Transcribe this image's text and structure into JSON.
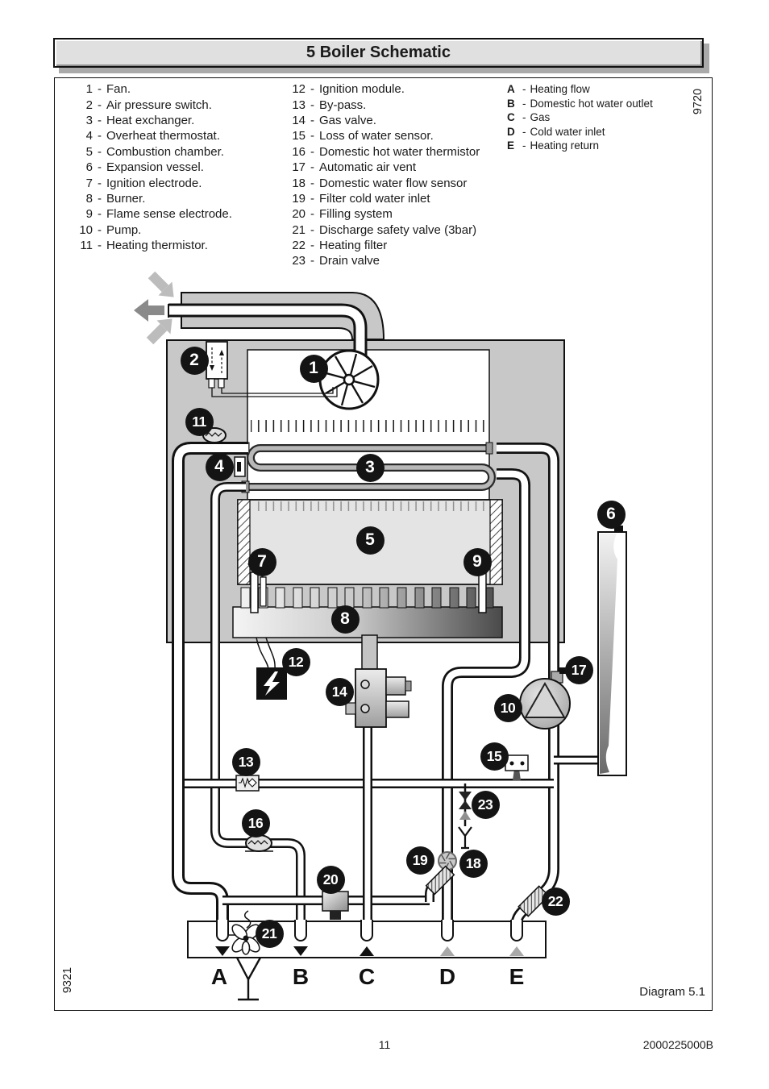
{
  "title": "5 Boiler Schematic",
  "legend": {
    "dash": "-",
    "col1": [
      {
        "n": "1",
        "t": "Fan."
      },
      {
        "n": "2",
        "t": "Air pressure switch."
      },
      {
        "n": "3",
        "t": "Heat exchanger."
      },
      {
        "n": "4",
        "t": "Overheat thermostat."
      },
      {
        "n": "5",
        "t": "Combustion chamber."
      },
      {
        "n": "6",
        "t": "Expansion vessel."
      },
      {
        "n": "7",
        "t": "Ignition electrode."
      },
      {
        "n": "8",
        "t": "Burner."
      },
      {
        "n": "9",
        "t": "Flame sense electrode."
      },
      {
        "n": "10",
        "t": "Pump."
      },
      {
        "n": "11",
        "t": "Heating thermistor."
      }
    ],
    "col2": [
      {
        "n": "12",
        "t": "Ignition module."
      },
      {
        "n": "13",
        "t": "By-pass."
      },
      {
        "n": "14",
        "t": "Gas  valve."
      },
      {
        "n": "15",
        "t": "Loss of water sensor."
      },
      {
        "n": "16",
        "t": "Domestic hot water thermistor"
      },
      {
        "n": "17",
        "t": "Automatic air vent"
      },
      {
        "n": "18",
        "t": "Domestic water flow sensor"
      },
      {
        "n": "19",
        "t": "Filter cold water inlet"
      },
      {
        "n": "20",
        "t": "Filling system"
      },
      {
        "n": "21",
        "t": "Discharge safety valve (3bar)"
      },
      {
        "n": "22",
        "t": "Heating filter"
      },
      {
        "n": "23",
        "t": "Drain valve"
      }
    ],
    "col3": [
      {
        "n": "A",
        "t": "Heating flow"
      },
      {
        "n": "B",
        "t": "Domestic hot water outlet"
      },
      {
        "n": "C",
        "t": "Gas"
      },
      {
        "n": "D",
        "t": "Cold water inlet"
      },
      {
        "n": "E",
        "t": "Heating return"
      }
    ]
  },
  "diagram": {
    "callouts": [
      "1",
      "2",
      "3",
      "4",
      "5",
      "6",
      "7",
      "8",
      "9",
      "10",
      "11",
      "12",
      "13",
      "14",
      "15",
      "16",
      "17",
      "18",
      "19",
      "20",
      "21",
      "22",
      "23"
    ],
    "ports": [
      "A",
      "B",
      "C",
      "D",
      "E"
    ],
    "caption": "Diagram 5.1",
    "code_left": "9321",
    "code_right": "9720"
  },
  "footer": {
    "page_number": "11",
    "doc_number": "2000225000B"
  },
  "colors": {
    "casing": "#c8c8c8",
    "chamber": "#e4e4e4",
    "callout": "#141414",
    "arrow_light": "#bcbcbc",
    "arrow_dark": "#8a8a8a",
    "port_arrow_gray": "#a8a8a8"
  }
}
